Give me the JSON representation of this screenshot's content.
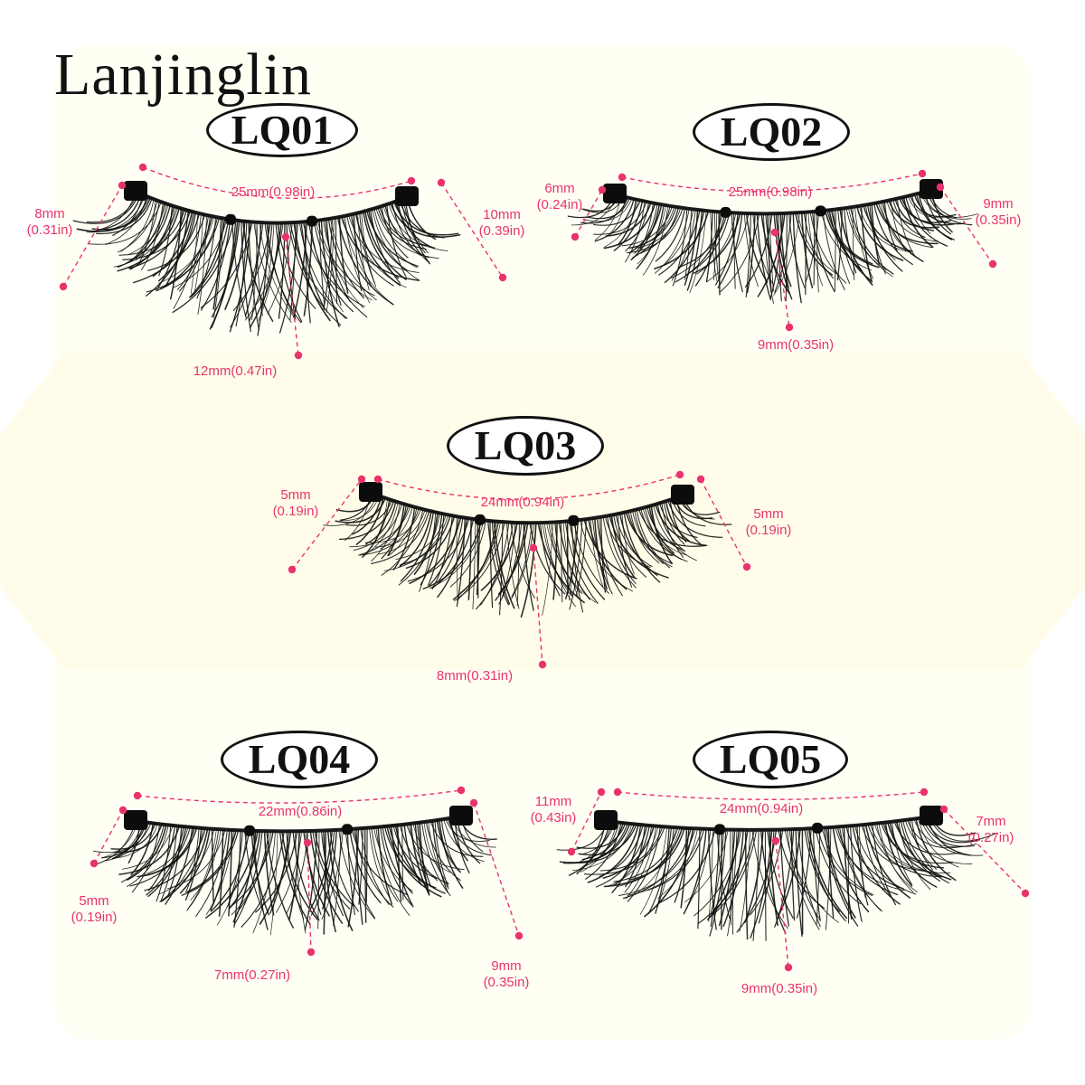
{
  "brand": "Lanjinglin",
  "accent_color": "#e8336d",
  "products": [
    {
      "code": "LQ01",
      "width_label": "25mm(0.98in)",
      "left_label": [
        "8mm",
        "(0.31in)"
      ],
      "right_label": [
        "10mm",
        "(0.39in)"
      ],
      "center_label": "12mm(0.47in)"
    },
    {
      "code": "LQ02",
      "width_label": "25mm(0.98in)",
      "left_label": [
        "6mm",
        "(0.24in)"
      ],
      "right_label": [
        "9mm",
        "(0.35in)"
      ],
      "center_label": "9mm(0.35in)"
    },
    {
      "code": "LQ03",
      "width_label": "24mm(0.94in)",
      "left_label": [
        "5mm",
        "(0.19in)"
      ],
      "right_label": [
        "5mm",
        "(0.19in)"
      ],
      "center_label": "8mm(0.31in)"
    },
    {
      "code": "LQ04",
      "width_label": "22mm(0.86in)",
      "left_label": [
        "5mm",
        "(0.19in)"
      ],
      "right_label": [
        "9mm",
        "(0.35in)"
      ],
      "center_label": "7mm(0.27in)"
    },
    {
      "code": "LQ05",
      "width_label": "24mm(0.94in)",
      "left_label": [
        "11mm",
        "(0.43in)"
      ],
      "right_label": [
        "7mm",
        "(0.27in)"
      ],
      "center_label": "9mm(0.35in)"
    }
  ]
}
